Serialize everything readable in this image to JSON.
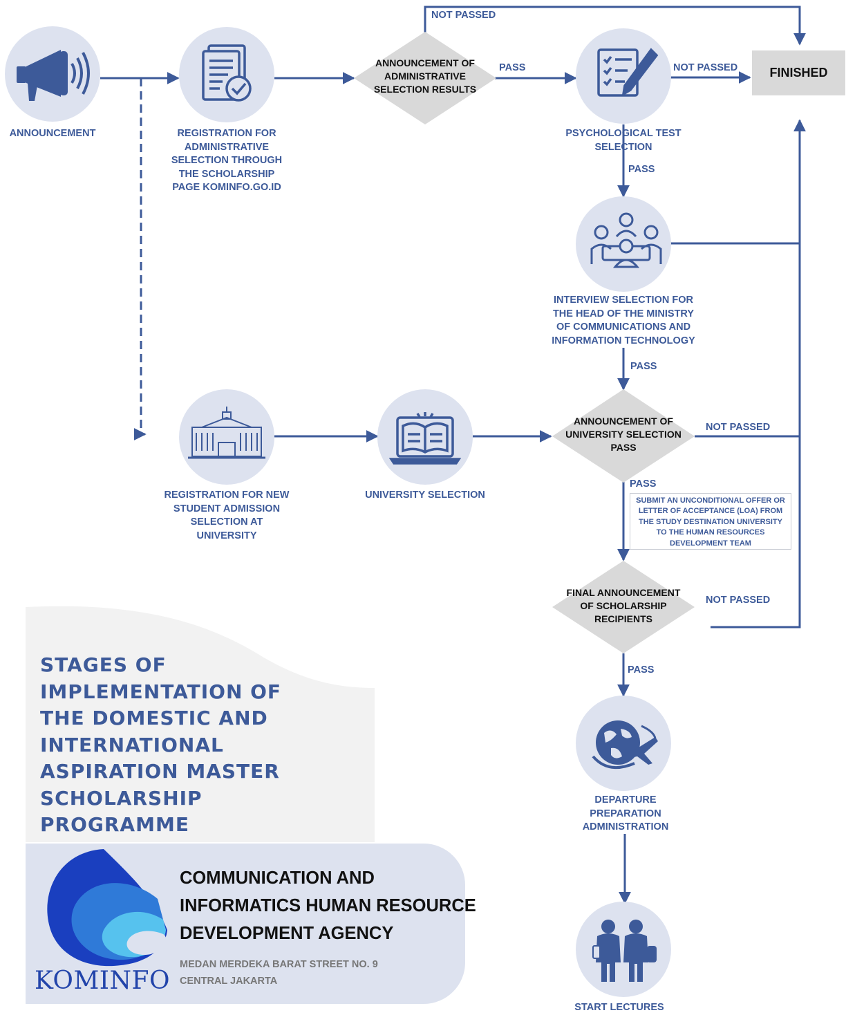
{
  "nodes": {
    "announcement": {
      "label": "ANNOUNCEMENT",
      "icon": "megaphone-icon"
    },
    "registration_admin": {
      "label": "REGISTRATION FOR\nADMINISTRATIVE\nSELECTION THROUGH\nTHE SCHOLARSHIP\nPAGE KOMINFO.GO.ID",
      "icon": "document-check-icon"
    },
    "psych_test": {
      "label": "PSYCHOLOGICAL TEST\nSELECTION",
      "icon": "checklist-pen-icon"
    },
    "interview": {
      "label": "INTERVIEW SELECTION FOR\nTHE HEAD OF THE MINISTRY\nOF COMMUNICATIONS AND\nINFORMATION TECHNOLOGY",
      "icon": "meeting-people-icon"
    },
    "registration_univ": {
      "label": "REGISTRATION FOR NEW\nSTUDENT ADMISSION\nSELECTION AT\nUNIVERSITY",
      "icon": "university-building-icon"
    },
    "univ_selection": {
      "label": "UNIVERSITY SELECTION",
      "icon": "laptop-book-icon"
    },
    "departure": {
      "label": "DEPARTURE\nPREPARATION\nADMINISTRATION",
      "icon": "globe-airplane-icon"
    },
    "start_lectures": {
      "label": "START LECTURES",
      "icon": "students-icon"
    }
  },
  "decisions": {
    "admin_results": "ANNOUNCEMENT OF\nADMINISTRATIVE\nSELECTION RESULTS",
    "univ_pass": "ANNOUNCEMENT OF\nUNIVERSITY SELECTION\nPASS",
    "final": "FINAL ANNOUNCEMENT\nOF SCHOLARSHIP\nRECIPIENTS"
  },
  "terminal": {
    "finished": "FINISHED"
  },
  "edge_labels": {
    "not_passed": "NOT PASSED",
    "pass": "PASS"
  },
  "loa_note": "SUBMIT AN UNCONDITIONAL OFFER OR\nLETTER OF ACCEPTANCE (LOA) FROM\nTHE STUDY DESTINATION UNIVERSITY\nTO THE HUMAN RESOURCES\nDEVELOPMENT TEAM",
  "title": "STAGES OF\nIMPLEMENTATION OF\nTHE DOMESTIC AND\nINTERNATIONAL\nASPIRATION MASTER\nSCHOLARSHIP\nPROGRAMME",
  "footer": {
    "logo_text": "KOMINFO",
    "agency_name": "COMMUNICATION AND\nINFORMATICS HUMAN RESOURCE\nDEVELOPMENT AGENCY",
    "address": "MEDAN MERDEKA BARAT STREET NO. 9\nCENTRAL JAKARTA"
  },
  "colors": {
    "primary": "#3d5a99",
    "circle_fill": "#dde2ef",
    "decision_fill": "#d9d9d9",
    "terminal_fill": "#d9d9d9",
    "title_panel": "#f2f2f2"
  }
}
